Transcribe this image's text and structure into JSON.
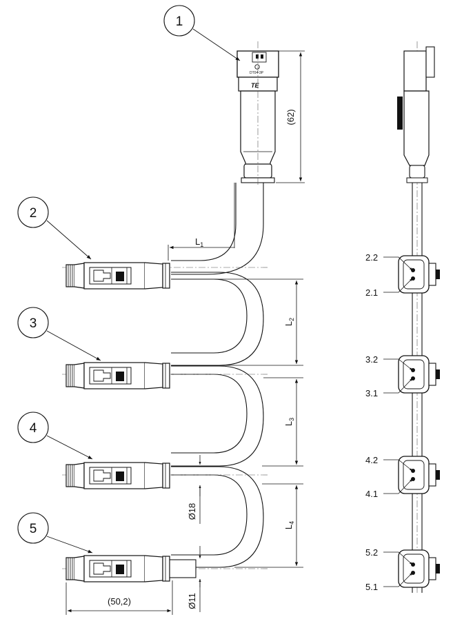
{
  "callouts": [
    {
      "number": "1"
    },
    {
      "number": "2"
    },
    {
      "number": "3"
    },
    {
      "number": "4"
    },
    {
      "number": "5"
    }
  ],
  "dimensions": {
    "top_connector_height": "(62)",
    "l1": "L",
    "l1_sub": "1",
    "l2": "L",
    "l2_sub": "2",
    "l3": "L",
    "l3_sub": "3",
    "l4": "L",
    "l4_sub": "4",
    "outer_diameter": "Ø18",
    "cable_diameter": "Ø11",
    "receptacle_length": "(50,2)"
  },
  "top_connector": {
    "marking": "DT04-3P",
    "brand": "TE"
  },
  "side_view_markers": [
    {
      "upper": "2.2",
      "lower": "2.1"
    },
    {
      "upper": "3.2",
      "lower": "3.1"
    },
    {
      "upper": "4.2",
      "lower": "4.1"
    },
    {
      "upper": "5.2",
      "lower": "5.1"
    }
  ]
}
